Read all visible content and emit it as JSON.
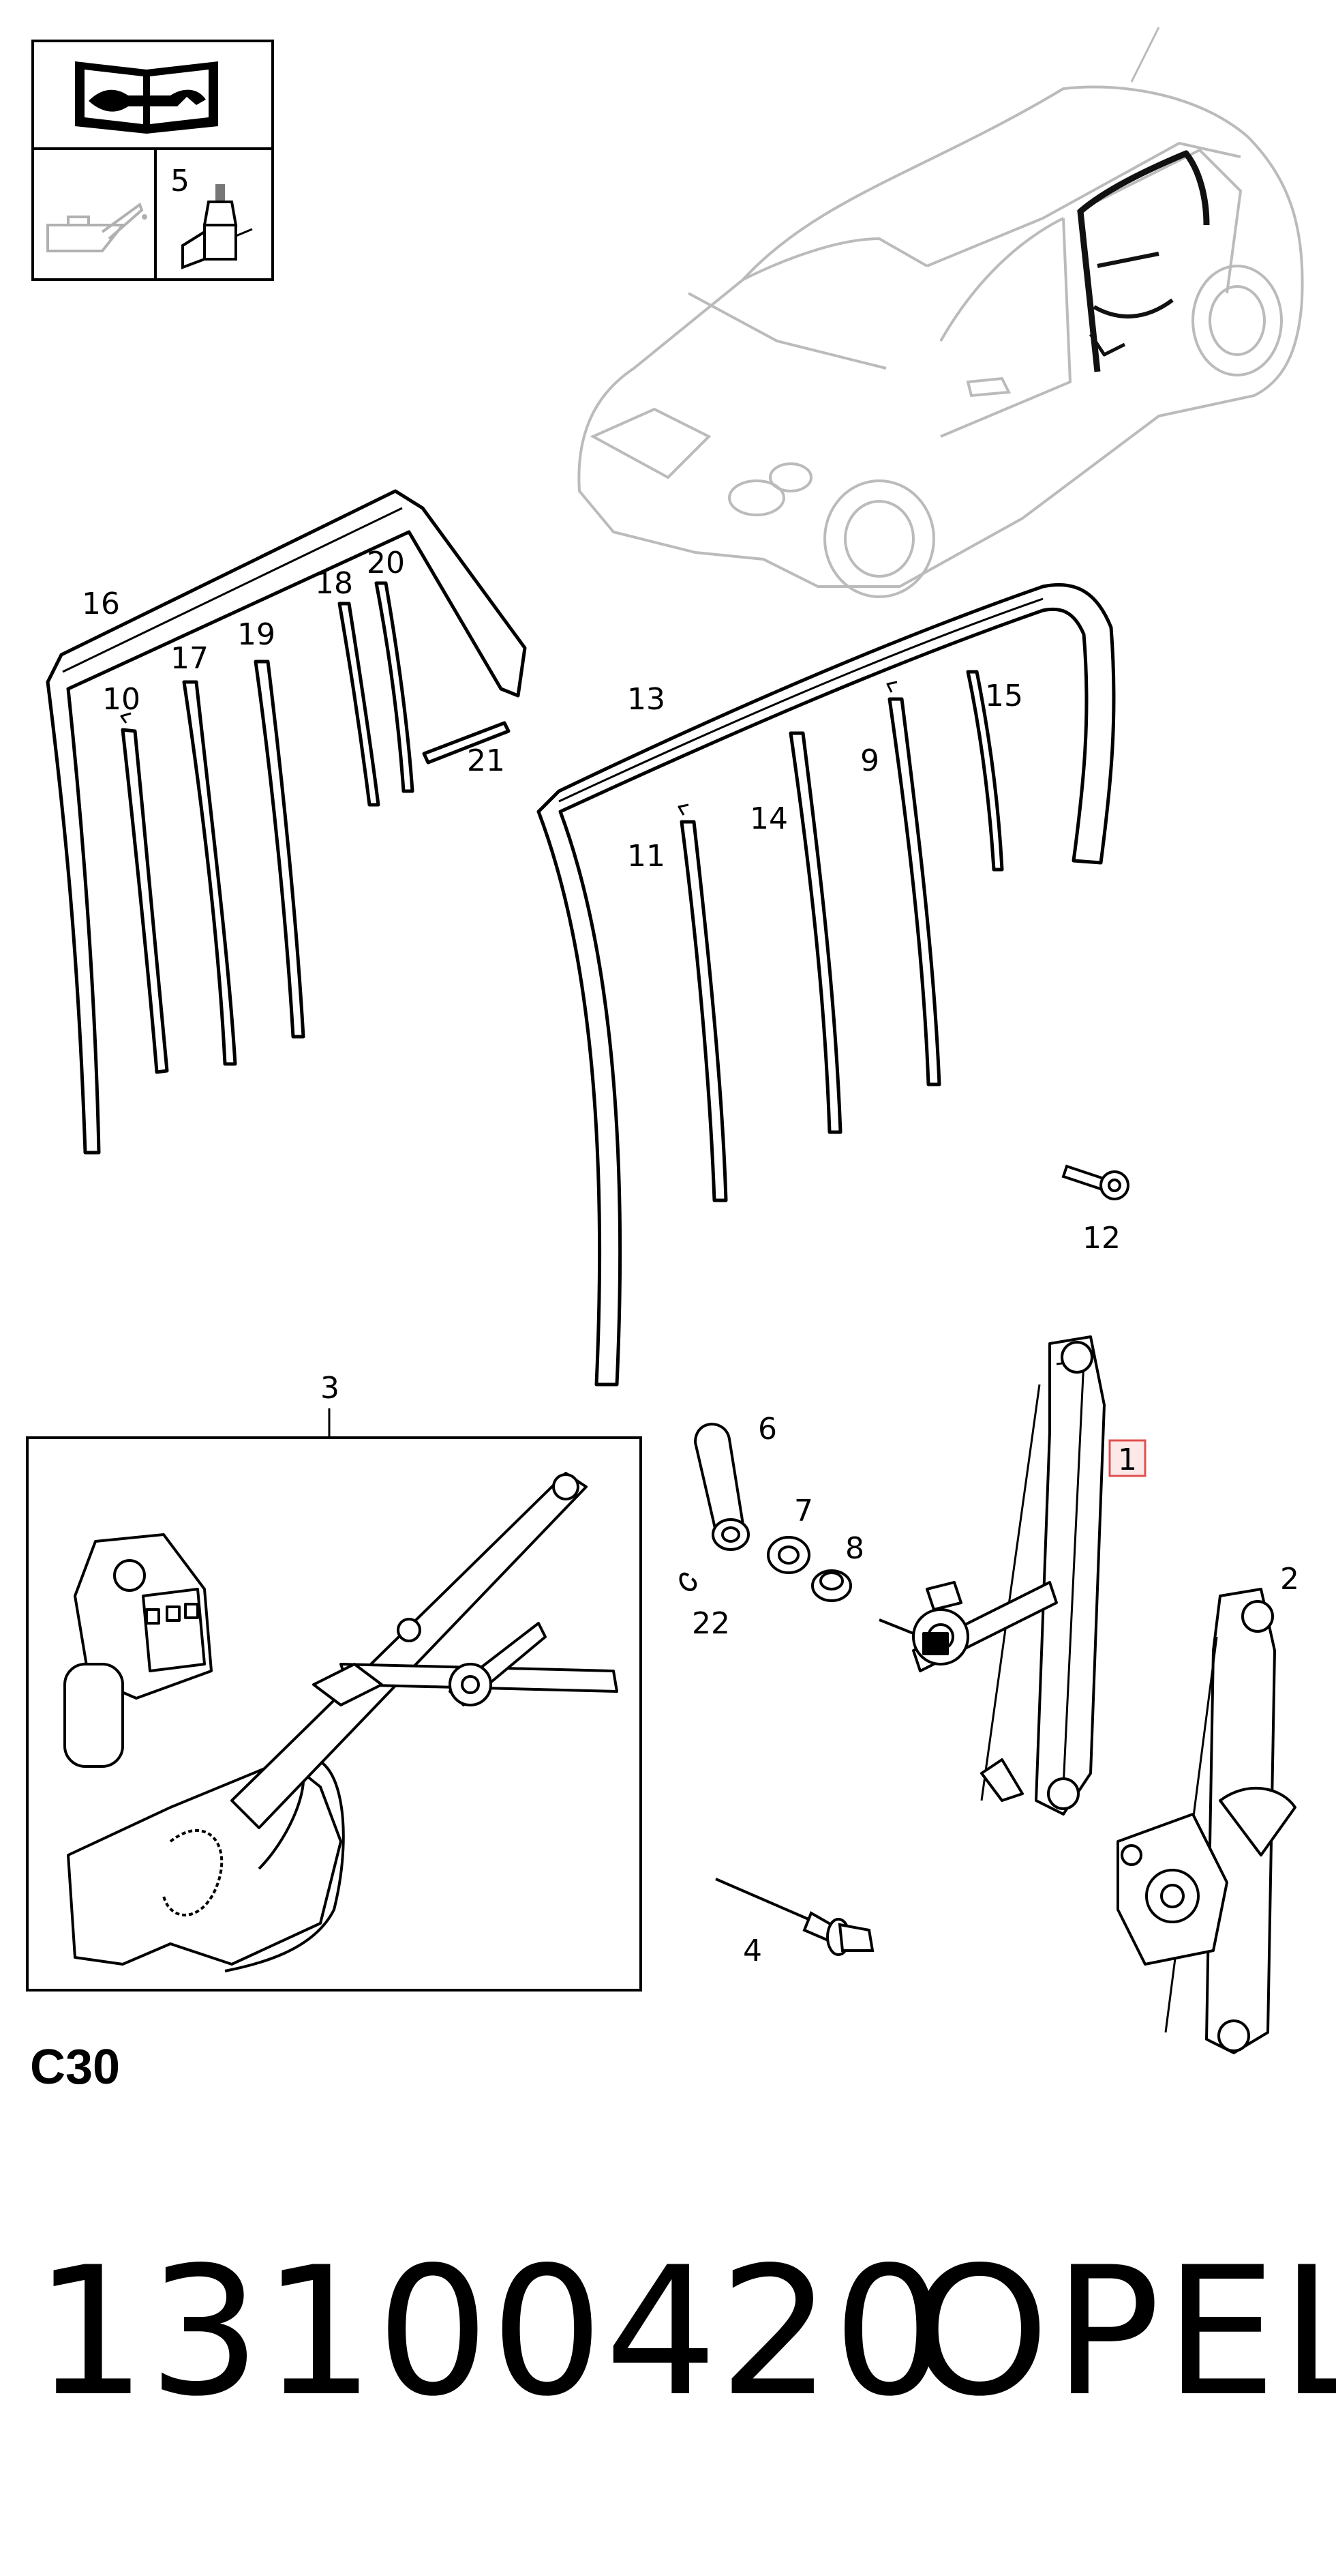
{
  "service_box": {
    "icons": [
      "repair-manual-icon",
      "oil-can-icon",
      "adhesive-bottle-icon"
    ],
    "adhesive_callout": "5"
  },
  "diagram": {
    "callouts": {
      "c1": "1",
      "c2": "2",
      "c3": "3",
      "c4": "4",
      "c6": "6",
      "c7": "7",
      "c8": "8",
      "c9": "9",
      "c10": "10",
      "c11": "11",
      "c12": "12",
      "c13": "13",
      "c14": "14",
      "c15": "15",
      "c16": "16",
      "c17": "17",
      "c18": "18",
      "c19": "19",
      "c20": "20",
      "c21": "21",
      "c22": "22"
    },
    "highlighted_callout": "1",
    "highlight_color": "#e05050"
  },
  "footer": {
    "section_code": "C30",
    "part_number": "13100420",
    "brand": "OPEL"
  }
}
